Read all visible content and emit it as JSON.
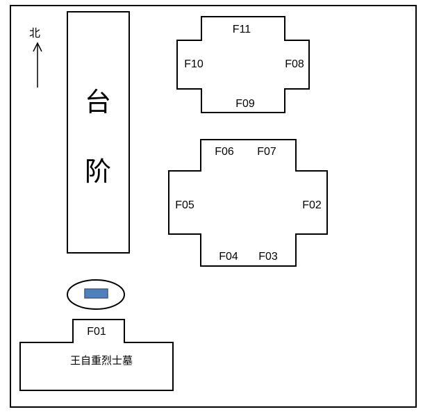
{
  "compass": {
    "label": "北"
  },
  "stairs": {
    "char1": "台",
    "char2": "阶"
  },
  "upper_cross": {
    "top": "F11",
    "left": "F10",
    "right": "F08",
    "bottom": "F09"
  },
  "lower_cross": {
    "top_left": "F06",
    "top_right": "F07",
    "left": "F05",
    "right": "F02",
    "bottom_left": "F04",
    "bottom_right": "F03"
  },
  "tomb": {
    "tab_label": "F01",
    "name": "王自重烈士墓"
  },
  "colors": {
    "marker_fill": "#4f81bd",
    "marker_stroke": "#385d8a",
    "line": "#000000"
  }
}
